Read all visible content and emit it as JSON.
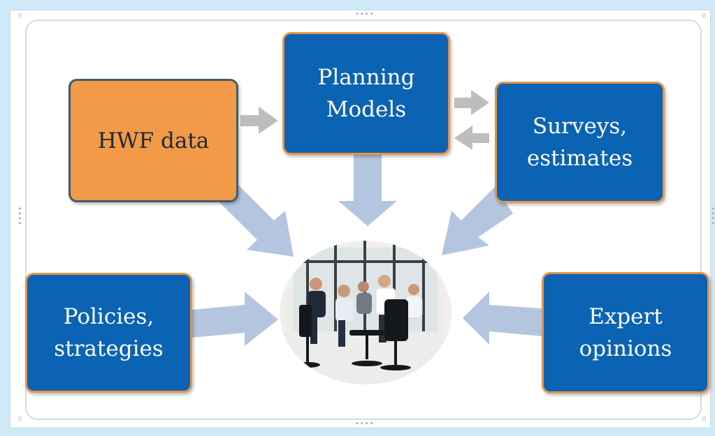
{
  "nodes": {
    "hwf_data": "HWF data",
    "planning_models": "Planning\nModels",
    "surveys_estimates": "Surveys,\nestimates",
    "policies_strategies": "Policies,\nstrategies",
    "expert_opinions": "Expert\nopinions"
  },
  "center_image": {
    "icon": "meeting-photo"
  },
  "colors": {
    "blue_box": "#0b63b3",
    "orange_box": "#f29a48",
    "box_border": "#e6934a",
    "big_arrow": "#b4c6df",
    "small_arrow": "#bdbdbd"
  }
}
